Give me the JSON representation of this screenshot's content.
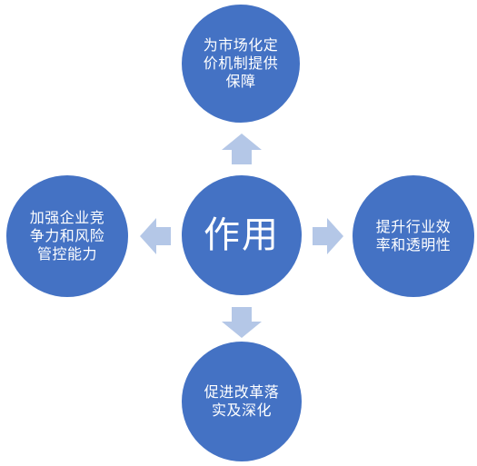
{
  "diagram": {
    "center": {
      "label": "作用"
    },
    "nodes": {
      "top": {
        "label": "为市场化定价机制提供保障"
      },
      "right": {
        "label": "提升行业效率和透明性"
      },
      "bottom": {
        "label": "促进改革落实及深化"
      },
      "left": {
        "label": "加强企业竞争力和风险管控能力"
      }
    },
    "colors": {
      "circle": "#4472c4",
      "arrow": "#b4c7e7",
      "text": "#ffffff"
    }
  }
}
